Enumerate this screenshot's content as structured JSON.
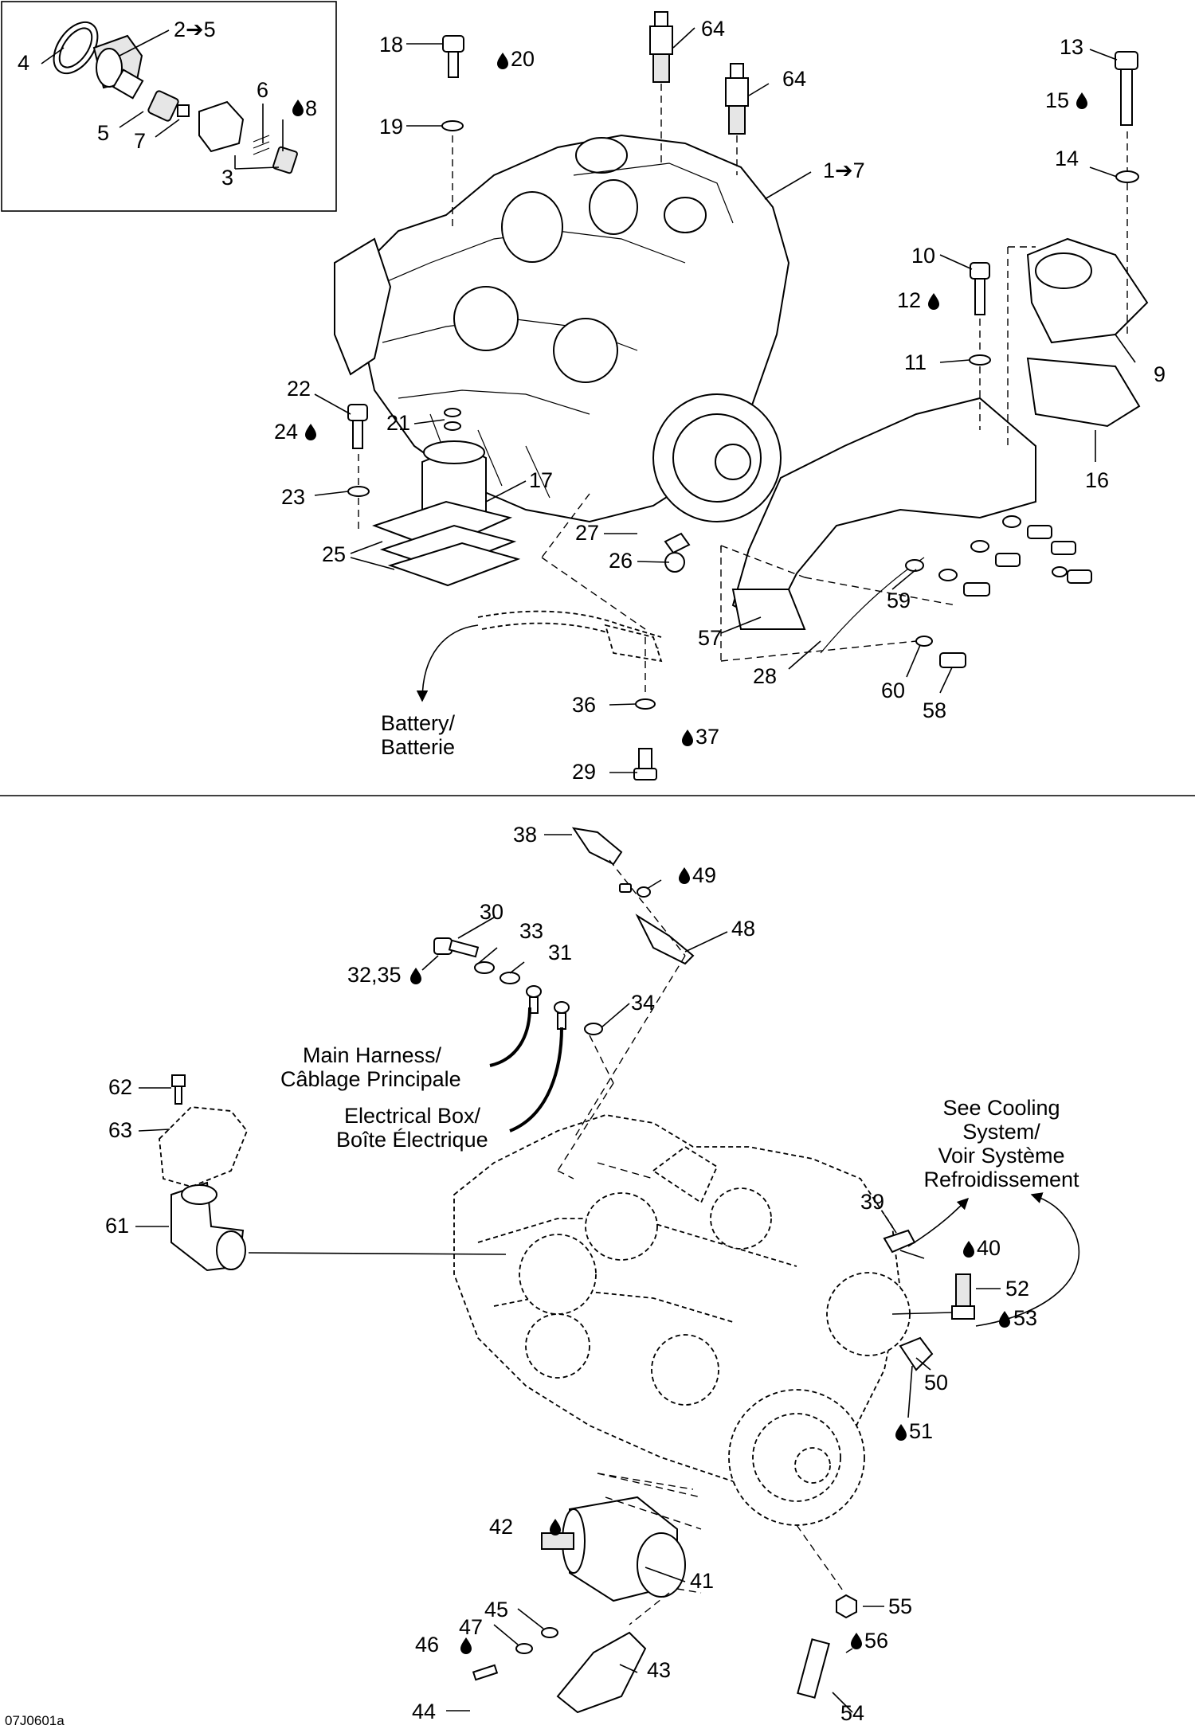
{
  "diagram": {
    "drawing_code": "07J0601a",
    "callouts": [
      {
        "id": "c-2-5",
        "text": "2➔5"
      },
      {
        "id": "c-4",
        "text": "4"
      },
      {
        "id": "c-5",
        "text": "5"
      },
      {
        "id": "c-6",
        "text": "6"
      },
      {
        "id": "c-7",
        "text": "7"
      },
      {
        "id": "c-8",
        "text": "8",
        "lubricant": true
      },
      {
        "id": "c-3",
        "text": "3"
      },
      {
        "id": "c-18",
        "text": "18"
      },
      {
        "id": "c-20",
        "text": "20",
        "lubricant": true
      },
      {
        "id": "c-19",
        "text": "19"
      },
      {
        "id": "c-64a",
        "text": "64"
      },
      {
        "id": "c-64b",
        "text": "64"
      },
      {
        "id": "c-1-7",
        "text": "1➔7"
      },
      {
        "id": "c-13",
        "text": "13"
      },
      {
        "id": "c-15",
        "text": "15",
        "lubricant": true
      },
      {
        "id": "c-14",
        "text": "14"
      },
      {
        "id": "c-10",
        "text": "10"
      },
      {
        "id": "c-12",
        "text": "12",
        "lubricant": true
      },
      {
        "id": "c-11",
        "text": "11"
      },
      {
        "id": "c-9",
        "text": "9"
      },
      {
        "id": "c-16",
        "text": "16"
      },
      {
        "id": "c-22",
        "text": "22"
      },
      {
        "id": "c-24",
        "text": "24",
        "lubricant": true
      },
      {
        "id": "c-21",
        "text": "21"
      },
      {
        "id": "c-23",
        "text": "23"
      },
      {
        "id": "c-17",
        "text": "17"
      },
      {
        "id": "c-25",
        "text": "25"
      },
      {
        "id": "c-27",
        "text": "27"
      },
      {
        "id": "c-26",
        "text": "26"
      },
      {
        "id": "c-59",
        "text": "59"
      },
      {
        "id": "c-57",
        "text": "57"
      },
      {
        "id": "c-28",
        "text": "28"
      },
      {
        "id": "c-60",
        "text": "60"
      },
      {
        "id": "c-58",
        "text": "58"
      },
      {
        "id": "c-36",
        "text": "36"
      },
      {
        "id": "c-37",
        "text": "37",
        "lubricant": true
      },
      {
        "id": "c-29",
        "text": "29"
      },
      {
        "id": "c-38",
        "text": "38"
      },
      {
        "id": "c-49",
        "text": "49",
        "lubricant": true
      },
      {
        "id": "c-48",
        "text": "48"
      },
      {
        "id": "c-30",
        "text": "30"
      },
      {
        "id": "c-33",
        "text": "33"
      },
      {
        "id": "c-31",
        "text": "31"
      },
      {
        "id": "c-32-35",
        "text": "32,35",
        "lubricant": true
      },
      {
        "id": "c-34",
        "text": "34"
      },
      {
        "id": "c-62",
        "text": "62"
      },
      {
        "id": "c-63",
        "text": "63"
      },
      {
        "id": "c-61",
        "text": "61"
      },
      {
        "id": "c-39",
        "text": "39"
      },
      {
        "id": "c-40",
        "text": "40",
        "lubricant": true
      },
      {
        "id": "c-52",
        "text": "52"
      },
      {
        "id": "c-53",
        "text": "53",
        "lubricant": true
      },
      {
        "id": "c-50",
        "text": "50"
      },
      {
        "id": "c-51",
        "text": "51",
        "lubricant": true
      },
      {
        "id": "c-42",
        "text": "42",
        "lubricant": true
      },
      {
        "id": "c-41",
        "text": "41"
      },
      {
        "id": "c-55",
        "text": "55"
      },
      {
        "id": "c-56",
        "text": "56",
        "lubricant": true
      },
      {
        "id": "c-54",
        "text": "54"
      },
      {
        "id": "c-45",
        "text": "45"
      },
      {
        "id": "c-47",
        "text": "47"
      },
      {
        "id": "c-46",
        "text": "46",
        "lubricant": true
      },
      {
        "id": "c-43",
        "text": "43"
      },
      {
        "id": "c-44",
        "text": "44"
      }
    ],
    "notes": {
      "battery": [
        "Battery/",
        "Batterie"
      ],
      "main_harness": [
        "Main Harness/",
        "Câblage Principale"
      ],
      "electrical_box": [
        "Electrical Box/",
        "Boîte Électrique"
      ],
      "cooling": [
        "See Cooling",
        "System/",
        "Voir Système",
        "Refroidissement"
      ]
    }
  }
}
